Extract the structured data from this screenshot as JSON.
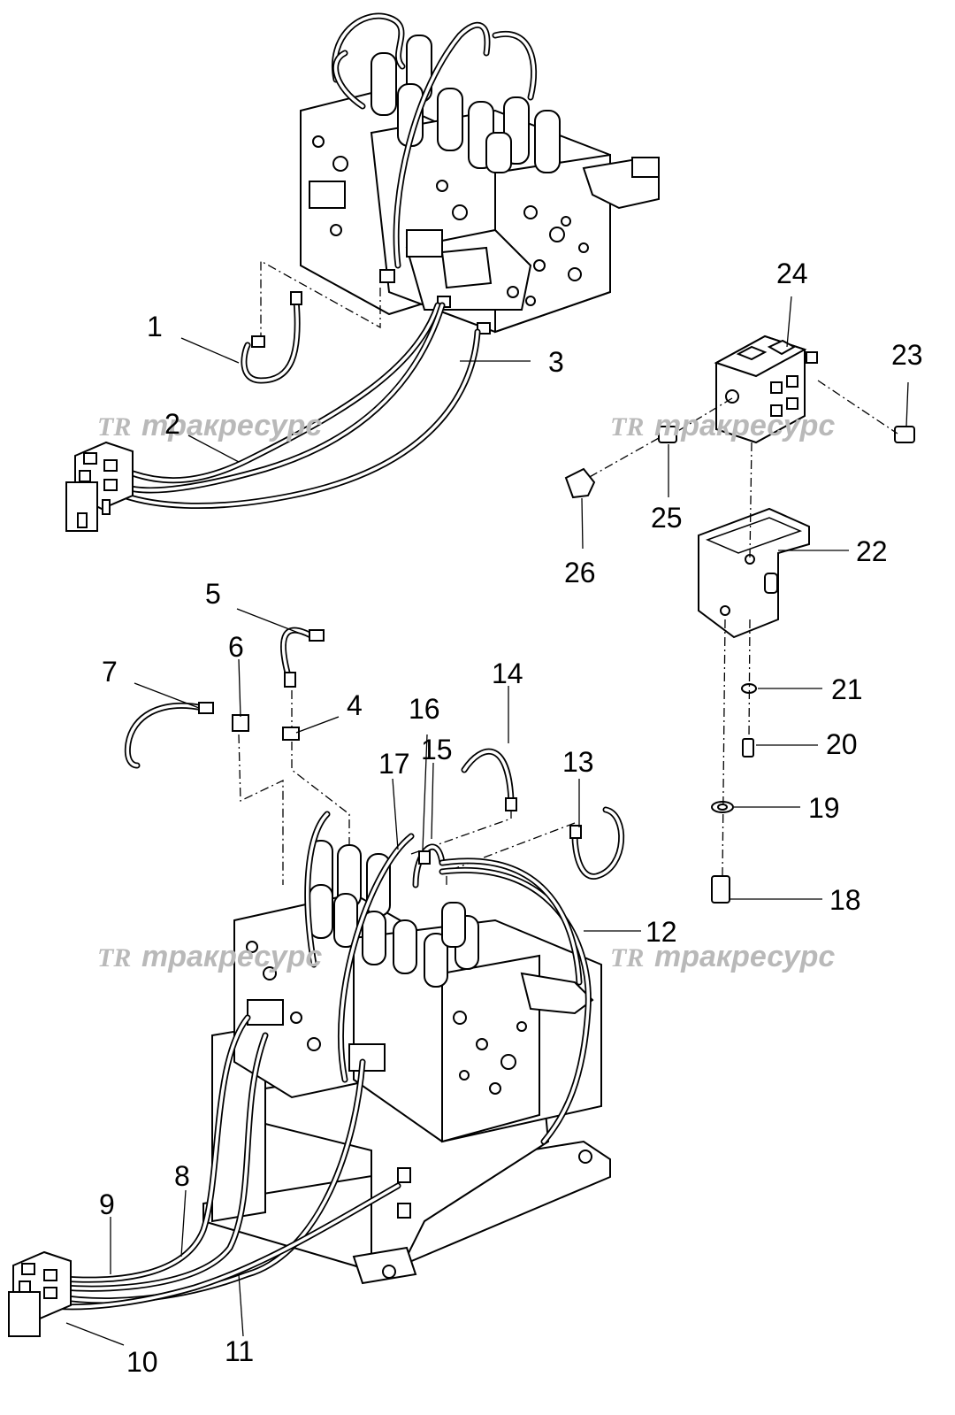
{
  "watermark": {
    "logo": "TR",
    "text": "тракресурс"
  },
  "callouts": [
    {
      "id": "1",
      "label": "1"
    },
    {
      "id": "2",
      "label": "2"
    },
    {
      "id": "3",
      "label": "3"
    },
    {
      "id": "4",
      "label": "4"
    },
    {
      "id": "5",
      "label": "5"
    },
    {
      "id": "6",
      "label": "6"
    },
    {
      "id": "7",
      "label": "7"
    },
    {
      "id": "8",
      "label": "8"
    },
    {
      "id": "9",
      "label": "9"
    },
    {
      "id": "10",
      "label": "10"
    },
    {
      "id": "11",
      "label": "11"
    },
    {
      "id": "12",
      "label": "12"
    },
    {
      "id": "13",
      "label": "13"
    },
    {
      "id": "14",
      "label": "14"
    },
    {
      "id": "15",
      "label": "15"
    },
    {
      "id": "16",
      "label": "16"
    },
    {
      "id": "17",
      "label": "17"
    },
    {
      "id": "18",
      "label": "18"
    },
    {
      "id": "19",
      "label": "19"
    },
    {
      "id": "20",
      "label": "20"
    },
    {
      "id": "21",
      "label": "21"
    },
    {
      "id": "22",
      "label": "22"
    },
    {
      "id": "23",
      "label": "23"
    },
    {
      "id": "24",
      "label": "24"
    },
    {
      "id": "25",
      "label": "25"
    },
    {
      "id": "26",
      "label": "26"
    }
  ]
}
